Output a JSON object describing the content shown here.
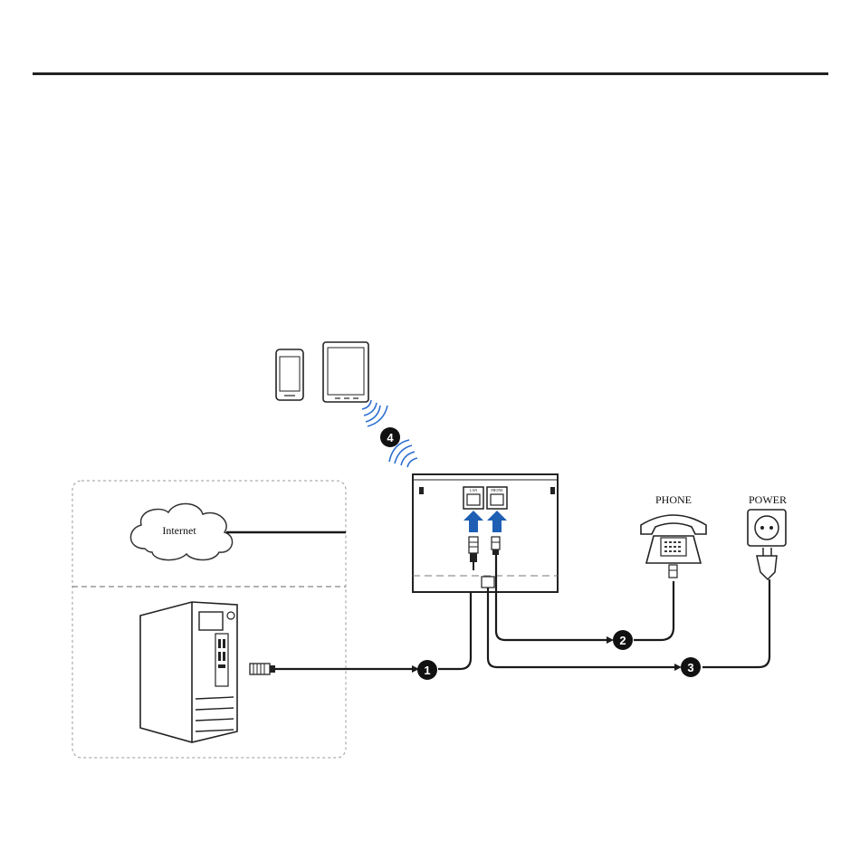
{
  "diagram": {
    "cloud_label": "Internet",
    "phone_label": "PHONE",
    "power_label": "POWER",
    "router_port_left": "LAN",
    "router_port_right": "PHONE",
    "steps": [
      "1",
      "2",
      "3",
      "4"
    ]
  },
  "colors": {
    "line": "#1a1a1a",
    "arrow_blue": "#1e5fb4",
    "wifi_blue": "#2d6fd0",
    "dashed_border": "#9a9a9a"
  }
}
